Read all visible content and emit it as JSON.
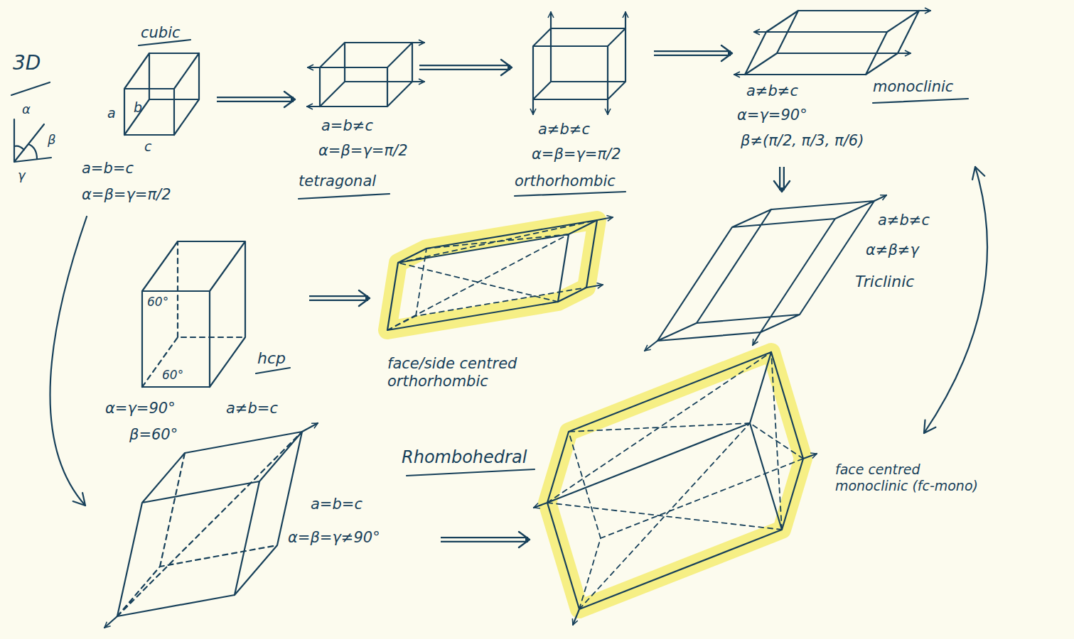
{
  "diagram": {
    "nodes": [
      {
        "text": [
          "cubic",
          "a=b=c",
          "α=β=γ=π/2"
        ]
      },
      {
        "text": [
          "a=b≠c",
          "α=β=γ=π/2",
          "tetragonal"
        ]
      },
      {
        "text": [
          "a≠b≠c",
          "α=β=γ=π/2",
          "orthorhombic"
        ]
      },
      {
        "text": [
          "a≠b≠c",
          "monoclinic",
          "α=γ=90°",
          "β≠(π/2, π/3, π/6)"
        ]
      },
      {
        "text": [
          "hcp",
          "α=γ=90°",
          "a≠b=c",
          "β=60°"
        ]
      },
      {
        "text": [
          "face/side centred orthorhombic"
        ]
      },
      {
        "text": [
          "a≠b≠c",
          "α≠β≠γ",
          "Triclinic"
        ]
      },
      {
        "text": [
          "Rhombohedral",
          "a=b=c",
          "α=β=γ≠90°"
        ]
      },
      {
        "text": [
          "face centred monoclinic (fc-mono)"
        ]
      }
    ],
    "edges": [
      {
        "from": 0,
        "to": 1,
        "arrow": "to"
      },
      {
        "from": 1,
        "to": 2,
        "arrow": "to"
      },
      {
        "from": 2,
        "to": 3,
        "arrow": "to"
      },
      {
        "from": 3,
        "to": 6,
        "arrow": "to"
      },
      {
        "from": 3,
        "to": 8,
        "arrow": "both"
      },
      {
        "from": 0,
        "to": 7,
        "arrow": "to"
      },
      {
        "from": 4,
        "to": 5,
        "arrow": "to"
      },
      {
        "from": 7,
        "to": 8,
        "arrow": "to"
      }
    ],
    "labels": [
      "3D",
      "α",
      "β",
      "γ",
      "a",
      "b",
      "c",
      "60°",
      "60°"
    ]
  }
}
